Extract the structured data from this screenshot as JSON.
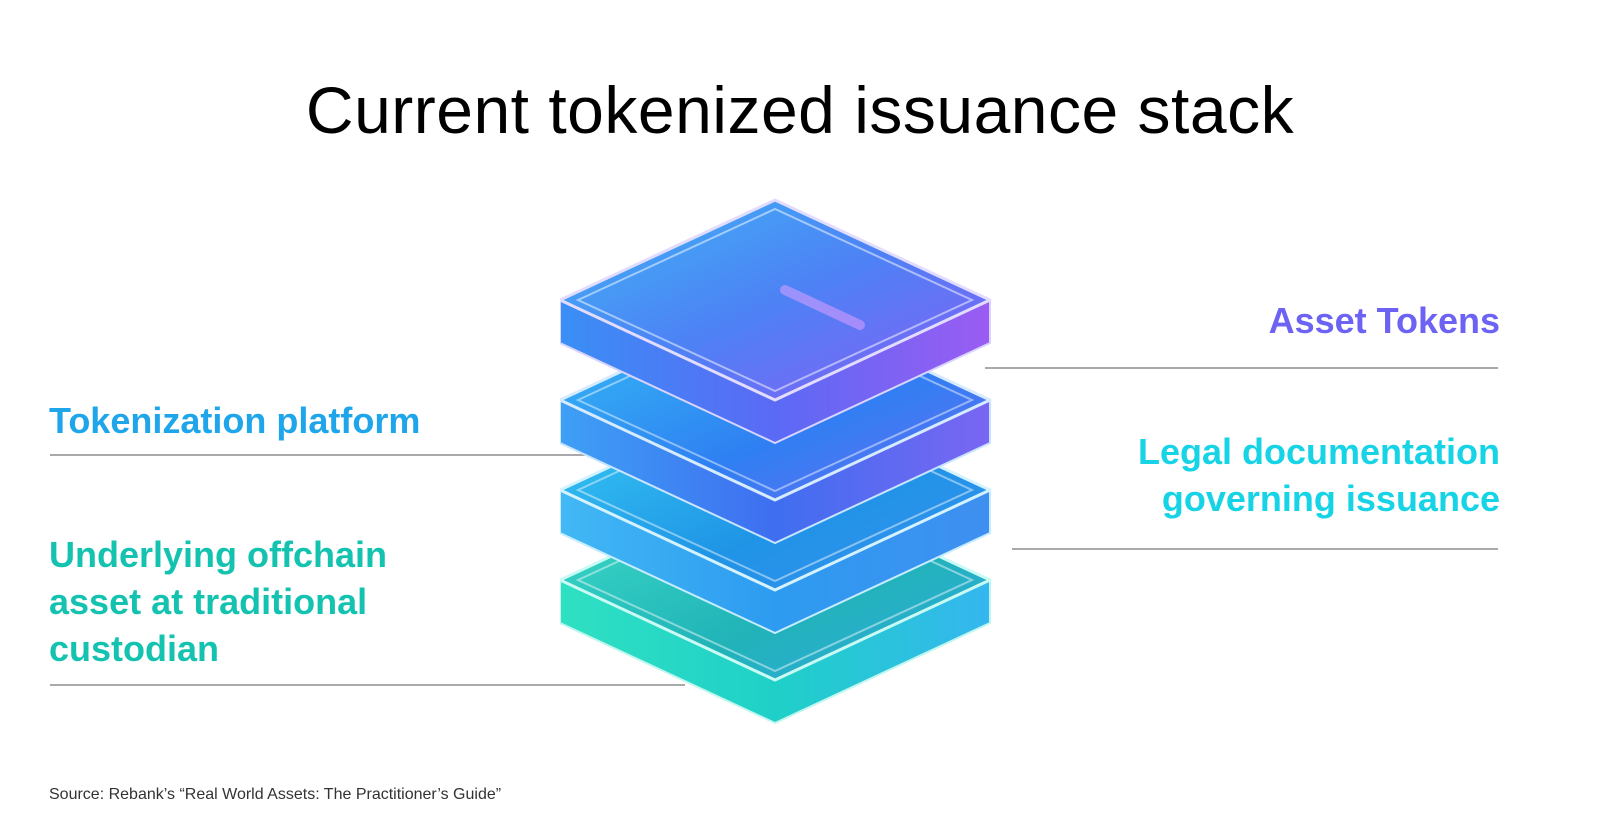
{
  "title": "Current tokenized issuance stack",
  "labels": {
    "asset_tokens": "Asset Tokens",
    "tokenization_platform": "Tokenization platform",
    "legal_documentation": [
      "Legal documentation",
      "governing issuance"
    ],
    "underlying_asset": [
      "Underlying offchain",
      "asset at traditional",
      "custodian"
    ]
  },
  "colors": {
    "asset_tokens": "#6c63f5",
    "tokenization_platform": "#1ea5ea",
    "legal_documentation": "#17d3e6",
    "underlying_asset": "#14c2b0",
    "rule": "#a9a9a9"
  },
  "layers": [
    {
      "name": "Asset Tokens",
      "position": "top"
    },
    {
      "name": "Tokenization platform",
      "position": "second"
    },
    {
      "name": "Legal documentation governing issuance",
      "position": "third"
    },
    {
      "name": "Underlying offchain asset at traditional custodian",
      "position": "bottom"
    }
  ],
  "source": "Source: Rebank’s “Real World Assets: The Practitioner’s Guide”"
}
